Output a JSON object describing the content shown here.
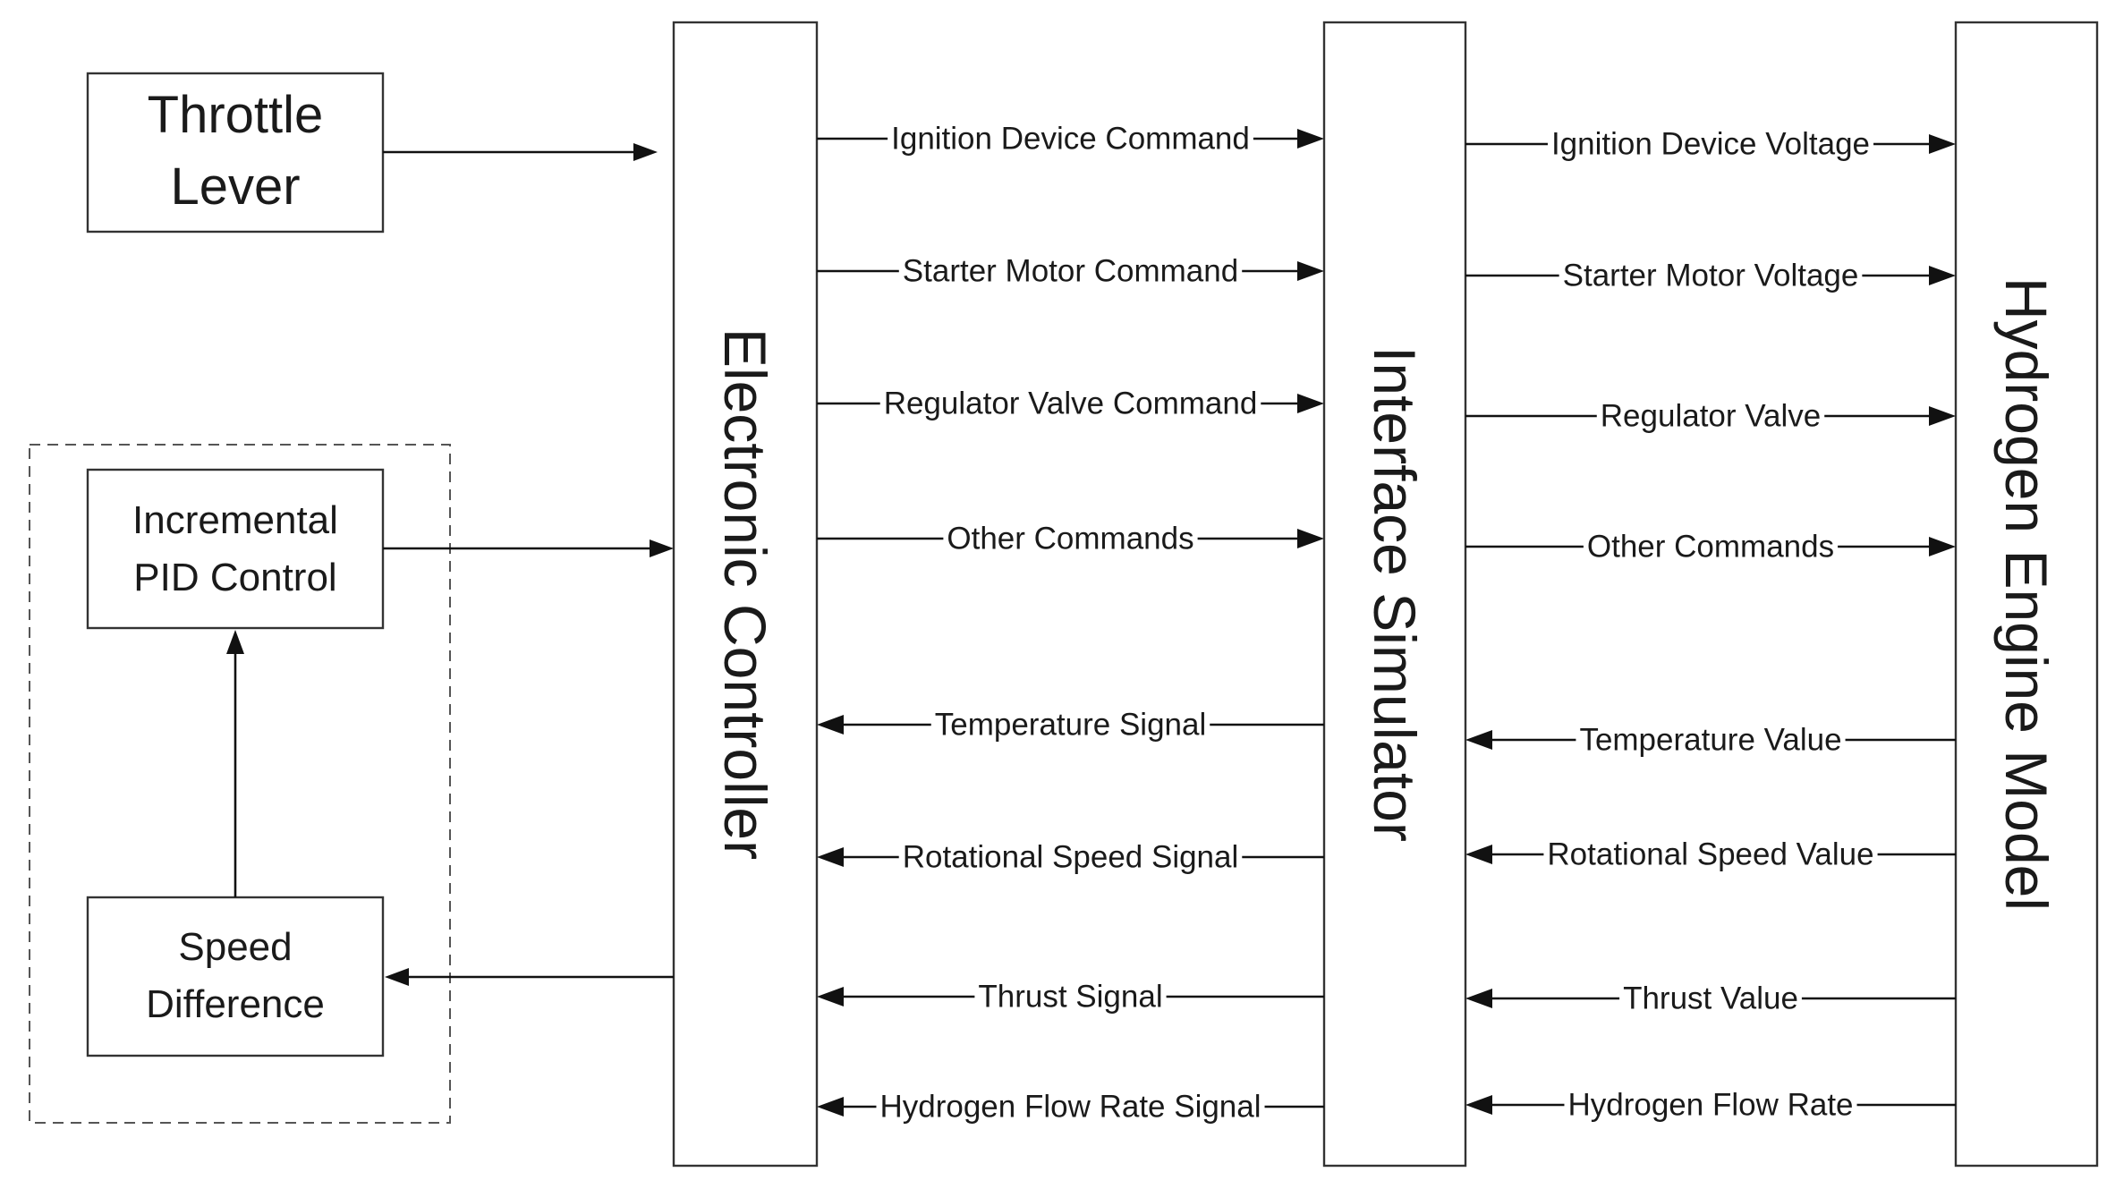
{
  "blocks": {
    "throttle_lever": [
      "Throttle",
      "Lever"
    ],
    "pid_control": [
      "Incremental",
      "PID Control"
    ],
    "speed_difference": [
      "Speed",
      "Difference"
    ],
    "electronic_controller": "Electronic Controller",
    "interface_simulator": "Interface Simulator",
    "engine_model": "Hydrogen Engine Model"
  },
  "controller_to_simulator": [
    "Ignition Device Command",
    "Starter Motor Command",
    "Regulator Valve Command",
    "Other Commands"
  ],
  "simulator_to_engine": [
    "Ignition Device Voltage",
    "Starter Motor Voltage",
    "Regulator Valve",
    "Other Commands"
  ],
  "simulator_to_controller": [
    "Temperature Signal",
    "Rotational Speed Signal",
    "Thrust Signal",
    "Hydrogen Flow Rate Signal"
  ],
  "engine_to_simulator": [
    "Temperature Value",
    "Rotational Speed Value",
    "Thrust Value",
    "Hydrogen Flow Rate"
  ]
}
